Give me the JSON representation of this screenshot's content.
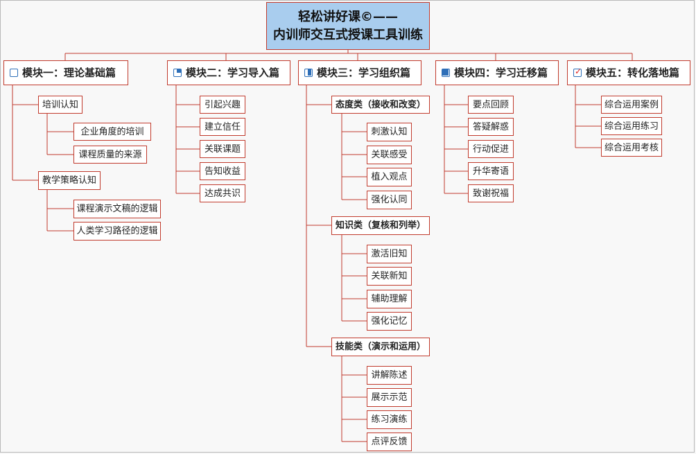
{
  "root": {
    "line1": "轻松讲好课©——",
    "line2": "内训师交互式授课工具训练"
  },
  "modules": [
    {
      "title": "模块一：理论基础篇",
      "icon": "progress-0-icon"
    },
    {
      "title": "模块二：学习导入篇",
      "icon": "progress-25-icon"
    },
    {
      "title": "模块三：学习组织篇",
      "icon": "progress-50-icon"
    },
    {
      "title": "模块四：学习迁移篇",
      "icon": "progress-75-icon"
    },
    {
      "title": "模块五：转化落地篇",
      "icon": "checkbox-checked-icon"
    }
  ],
  "m1": {
    "groups": [
      {
        "label": "培训认知",
        "items": [
          "企业角度的培训",
          "课程质量的来源"
        ]
      },
      {
        "label": "教学策略认知",
        "items": [
          "课程演示文稿的逻辑",
          "人类学习路径的逻辑"
        ]
      }
    ]
  },
  "m2": {
    "items": [
      "引起兴趣",
      "建立信任",
      "关联课题",
      "告知收益",
      "达成共识"
    ]
  },
  "m3": {
    "categories": [
      {
        "label": "态度类（接收和改变）",
        "items": [
          "刺激认知",
          "关联感受",
          "植入观点",
          "强化认同"
        ]
      },
      {
        "label": "知识类（复核和列举）",
        "items": [
          "激活旧知",
          "关联新知",
          "辅助理解",
          "强化记忆"
        ]
      },
      {
        "label": "技能类（演示和运用）",
        "items": [
          "讲解陈述",
          "展示示范",
          "练习演练",
          "点评反馈"
        ]
      }
    ]
  },
  "m4": {
    "items": [
      "要点回顾",
      "答疑解惑",
      "行动促进",
      "升华寄语",
      "致谢祝福"
    ]
  },
  "m5": {
    "items": [
      "综合运用案例",
      "综合运用练习",
      "综合运用考核"
    ]
  },
  "colors": {
    "line": "#c0392b",
    "root_bg": "#a9cdee",
    "icon": "#2e6fb8",
    "check": "#dd2222"
  }
}
